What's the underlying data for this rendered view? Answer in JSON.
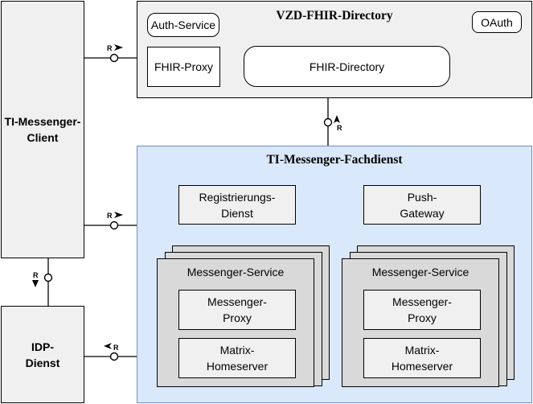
{
  "vzd": {
    "title": "VZD-FHIR-Directory",
    "auth_service": "Auth-Service",
    "oauth": "OAuth",
    "fhir_proxy": "FHIR-Proxy",
    "fhir_directory": "FHIR-Directory"
  },
  "client": {
    "label": "TI-Messenger-\nClient"
  },
  "idp": {
    "label": "IDP-\nDienst"
  },
  "fachdienst": {
    "title": "TI-Messenger-Fachdienst",
    "registrierung": "Registrierungs-\nDienst",
    "push_gateway": "Push-\nGateway",
    "messenger_services": [
      {
        "title": "Messenger-Service",
        "proxy": "Messenger-\nProxy",
        "homeserver": "Matrix-\nHomeserver"
      },
      {
        "title": "Messenger-Service",
        "proxy": "Messenger-\nProxy",
        "homeserver": "Matrix-\nHomeserver"
      }
    ]
  },
  "connectors": {
    "r_label": "R"
  },
  "colors": {
    "panel_grey": "#f0f0f0",
    "fachdienst_fill": "#dae8fc",
    "fachdienst_border": "#6c8ebf",
    "stack_fill": "#d9d9d9"
  }
}
